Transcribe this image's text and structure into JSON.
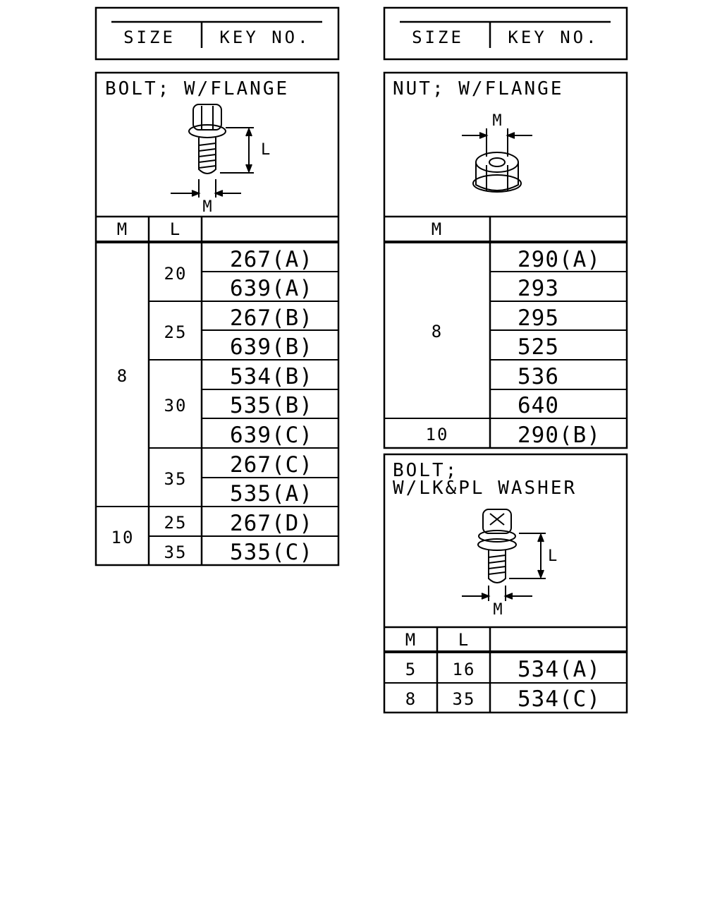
{
  "header": {
    "size_label": "SIZE",
    "key_no_label": "KEY NO."
  },
  "bolt_flange": {
    "title": "BOLT; W/FLANGE",
    "dim_l": "L",
    "dim_m": "M",
    "col_m": "M",
    "col_l": "L",
    "groups": [
      {
        "m": "8",
        "lengths": [
          {
            "l": "20",
            "keys": [
              "267(A)",
              "639(A)"
            ]
          },
          {
            "l": "25",
            "keys": [
              "267(B)",
              "639(B)"
            ]
          },
          {
            "l": "30",
            "keys": [
              "534(B)",
              "535(B)",
              "639(C)"
            ]
          },
          {
            "l": "35",
            "keys": [
              "267(C)",
              "535(A)"
            ]
          }
        ]
      },
      {
        "m": "10",
        "lengths": [
          {
            "l": "25",
            "keys": [
              "267(D)"
            ]
          },
          {
            "l": "35",
            "keys": [
              "535(C)"
            ]
          }
        ]
      }
    ]
  },
  "nut_flange": {
    "title": "NUT; W/FLANGE",
    "dim_m": "M",
    "col_m": "M",
    "groups": [
      {
        "m": "8",
        "keys": [
          "290(A)",
          "293",
          "295",
          "525",
          "536",
          "640"
        ]
      },
      {
        "m": "10",
        "keys": [
          "290(B)"
        ]
      }
    ]
  },
  "bolt_washer": {
    "title_line1": "BOLT;",
    "title_line2": "W/LK&PL WASHER",
    "dim_l": "L",
    "dim_m": "M",
    "col_m": "M",
    "col_l": "L",
    "rows": [
      {
        "m": "5",
        "l": "16",
        "key": "534(A)"
      },
      {
        "m": "8",
        "l": "35",
        "key": "534(C)"
      }
    ]
  }
}
